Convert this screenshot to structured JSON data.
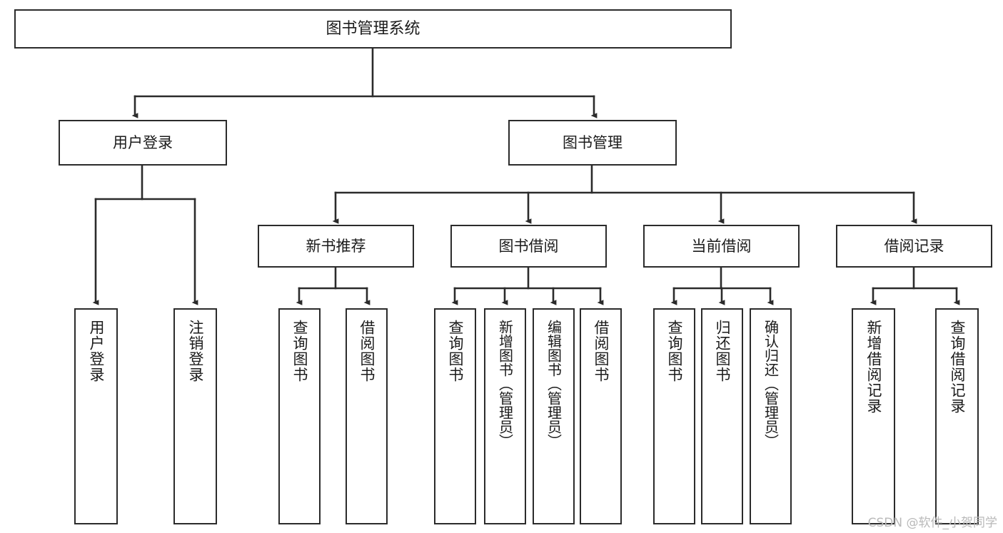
{
  "diagram": {
    "title": "图书管理系统",
    "watermark": "CSDN @软件_小贺同学",
    "edge_color": "#2b2b2b",
    "box_border_color": "#2b2b2b",
    "text_color": "#1b1b1b",
    "background": "#ffffff",
    "nodes": {
      "root": {
        "label": "图书管理系统"
      },
      "level2": [
        {
          "id": "user-login",
          "label": "用户登录"
        },
        {
          "id": "book-manage",
          "label": "图书管理"
        }
      ],
      "level3": [
        {
          "id": "new-book-recommend",
          "label": "新书推荐"
        },
        {
          "id": "book-borrow",
          "label": "图书借阅"
        },
        {
          "id": "current-borrow",
          "label": "当前借阅"
        },
        {
          "id": "borrow-record",
          "label": "借阅记录"
        }
      ],
      "leaves": {
        "user-login": [
          {
            "id": "leaf-user-login",
            "label": "用户登录"
          },
          {
            "id": "leaf-logout",
            "label": "注销登录"
          }
        ],
        "new-book-recommend": [
          {
            "id": "leaf-query-book-1",
            "label": "查询图书"
          },
          {
            "id": "leaf-borrow-book-1",
            "label": "借阅图书"
          }
        ],
        "book-borrow": [
          {
            "id": "leaf-query-book-2",
            "label": "查询图书"
          },
          {
            "id": "leaf-add-book",
            "label": "新增图书（管理员）"
          },
          {
            "id": "leaf-edit-book",
            "label": "编辑图书（管理员）"
          },
          {
            "id": "leaf-borrow-book-2",
            "label": "借阅图书"
          }
        ],
        "current-borrow": [
          {
            "id": "leaf-query-book-3",
            "label": "查询图书"
          },
          {
            "id": "leaf-return-book",
            "label": "归还图书"
          },
          {
            "id": "leaf-confirm-return",
            "label": "确认归还（管理员）"
          }
        ],
        "borrow-record": [
          {
            "id": "leaf-add-record",
            "label": "新增借阅记录"
          },
          {
            "id": "leaf-query-record",
            "label": "查询借阅记录"
          }
        ]
      }
    }
  }
}
